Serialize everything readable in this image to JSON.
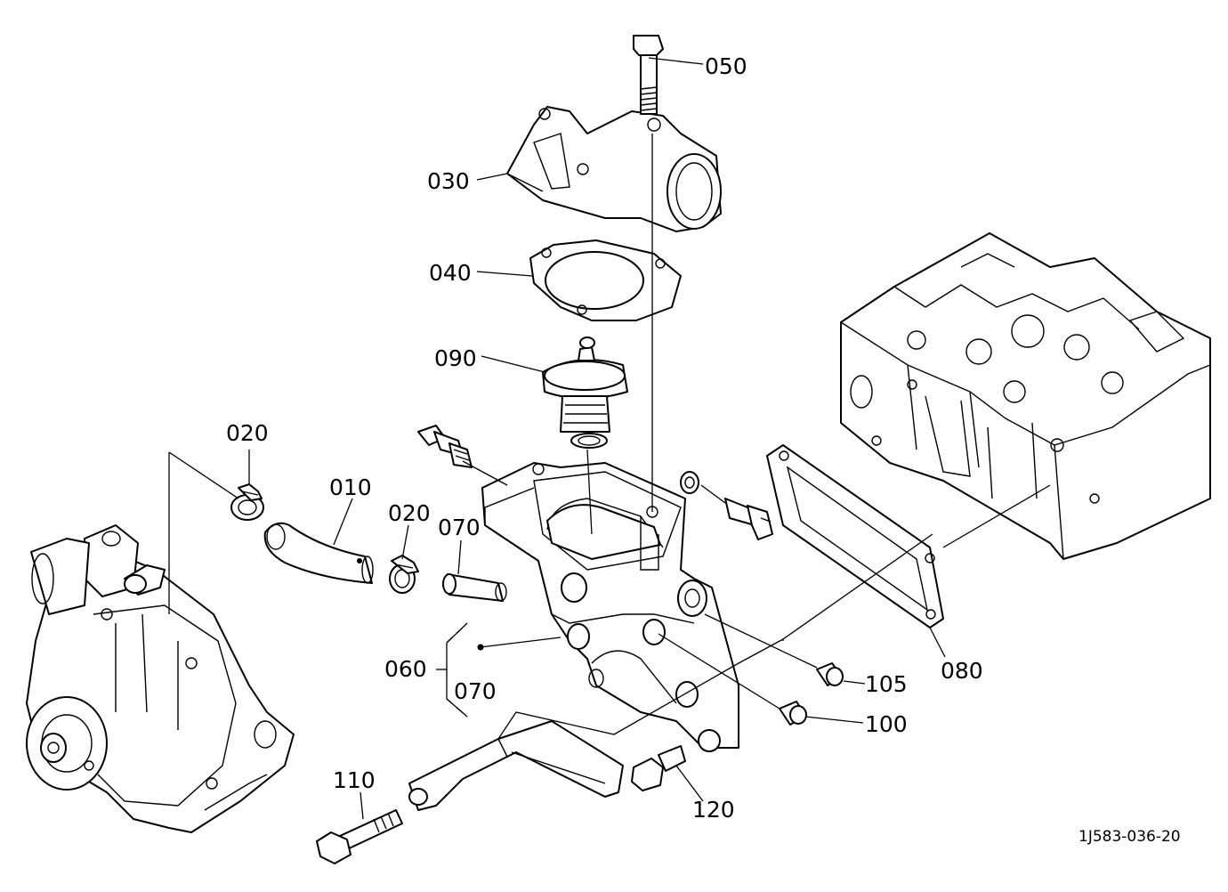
{
  "diagram": {
    "reference": "1J583-036-20",
    "callouts": [
      {
        "id": "050",
        "label": "050"
      },
      {
        "id": "030",
        "label": "030"
      },
      {
        "id": "040",
        "label": "040"
      },
      {
        "id": "090",
        "label": "090"
      },
      {
        "id": "020a",
        "label": "020"
      },
      {
        "id": "010",
        "label": "010"
      },
      {
        "id": "020b",
        "label": "020"
      },
      {
        "id": "070a",
        "label": "070"
      },
      {
        "id": "060",
        "label": "060"
      },
      {
        "id": "070b",
        "label": "070"
      },
      {
        "id": "105",
        "label": "105"
      },
      {
        "id": "080",
        "label": "080"
      },
      {
        "id": "100",
        "label": "100"
      },
      {
        "id": "110",
        "label": "110"
      },
      {
        "id": "120",
        "label": "120"
      }
    ]
  }
}
